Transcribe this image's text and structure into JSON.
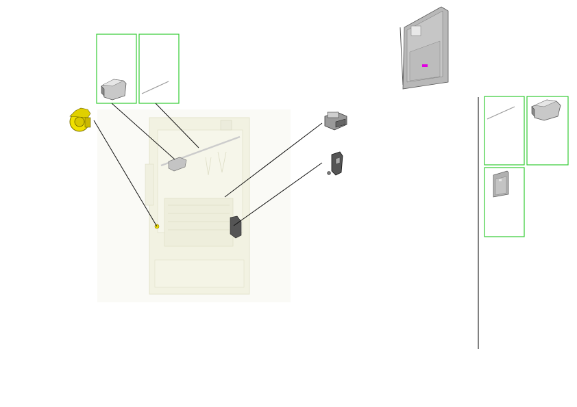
{
  "diagram": {
    "type": "exploded-parts-view",
    "colors": {
      "callout_border": "#33cc33",
      "highlight_part": "#f0e000",
      "accent_label": "#e000e0",
      "part_gray": "#b8b8b8",
      "assembly_ghost": "#f2f2e2",
      "divider": "#000000"
    },
    "parts": [
      {
        "name": "gear-housing",
        "icon": "gear-icon",
        "highlighted": true
      },
      {
        "name": "bracket-cover",
        "icon": "bracket-icon"
      },
      {
        "name": "shaft-rod",
        "icon": "rod-icon"
      },
      {
        "name": "sensor-connector",
        "icon": "connector-icon"
      },
      {
        "name": "hinge-latch",
        "icon": "latch-icon"
      },
      {
        "name": "door-panel",
        "icon": "panel-icon"
      }
    ],
    "legend_panel": {
      "items": [
        {
          "part": "shaft-rod"
        },
        {
          "part": "bracket-cover"
        },
        {
          "part": "door-panel"
        }
      ]
    }
  }
}
